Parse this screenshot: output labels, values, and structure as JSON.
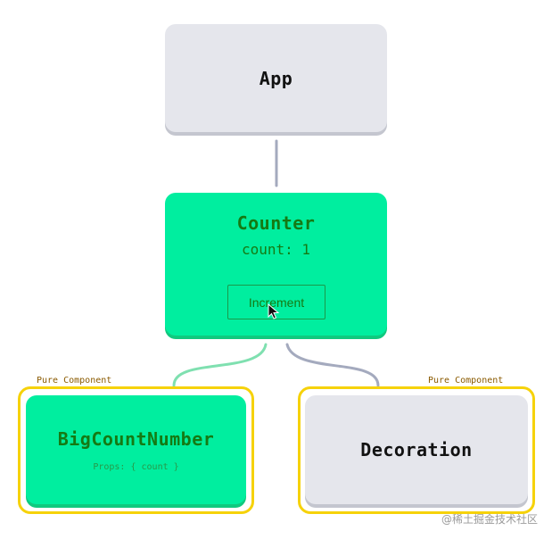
{
  "nodes": {
    "app": {
      "title": "App"
    },
    "counter": {
      "title": "Counter",
      "count_text": "count: 1",
      "button_label": "Increment"
    },
    "bigcount": {
      "title": "BigCountNumber",
      "props_text": "Props: { count }",
      "frame_label": "Pure Component"
    },
    "decoration": {
      "title": "Decoration",
      "frame_label": "Pure Component"
    }
  },
  "watermark": "@稀土掘金技术社区",
  "colors": {
    "gray_node": "#e5e6ec",
    "green_node": "#00ee9f",
    "green_text": "#157a13",
    "pure_frame": "#f6d20a",
    "connector_gray": "#a4aabe",
    "connector_green": "#7fe0b0"
  },
  "icons": {
    "cursor": "mouse-pointer-icon"
  }
}
